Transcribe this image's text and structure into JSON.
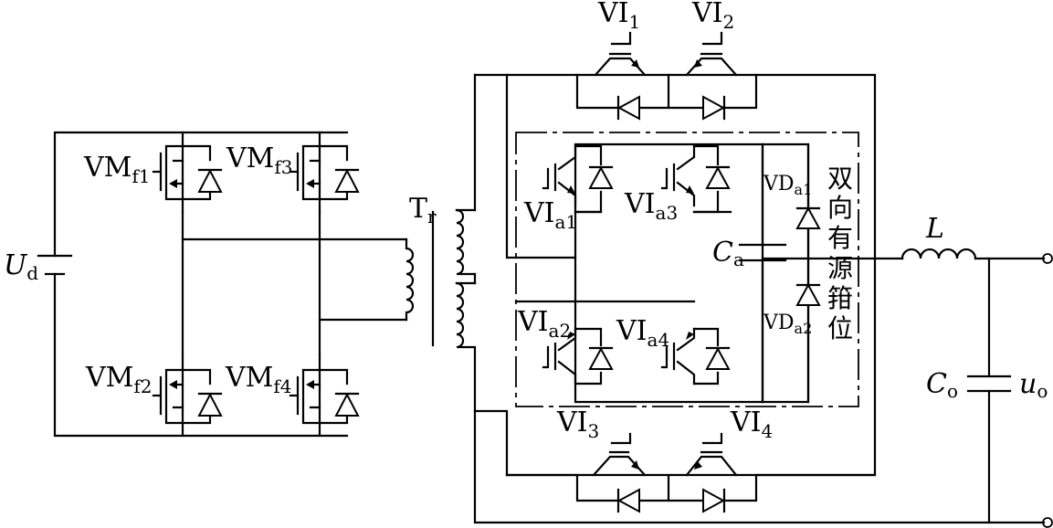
{
  "labels": {
    "ud": "U",
    "ud_sub": "d",
    "vmf1": "VM",
    "vmf1_sub": "f1",
    "vmf2": "VM",
    "vmf2_sub": "f2",
    "vmf3": "VM",
    "vmf3_sub": "f3",
    "vmf4": "VM",
    "vmf4_sub": "f4",
    "tr": "T",
    "tr_sub": "r",
    "vi1": "VI",
    "vi1_sub": "1",
    "vi2": "VI",
    "vi2_sub": "2",
    "vi3": "VI",
    "vi3_sub": "3",
    "vi4": "VI",
    "vi4_sub": "4",
    "via1": "VI",
    "via1_sub": "a1",
    "via2": "VI",
    "via2_sub": "a2",
    "via3": "VI",
    "via3_sub": "a3",
    "via4": "VI",
    "via4_sub": "a4",
    "ca": "C",
    "ca_sub": "a",
    "vda1": "VD",
    "vda1_sub": "a1",
    "vda2": "VD",
    "vda2_sub": "a2",
    "clamp_chars": [
      "双",
      "向",
      "有",
      "源",
      "箝",
      "位"
    ],
    "l": "L",
    "co": "C",
    "co_sub": "o",
    "uo": "u",
    "uo_sub": "o"
  }
}
